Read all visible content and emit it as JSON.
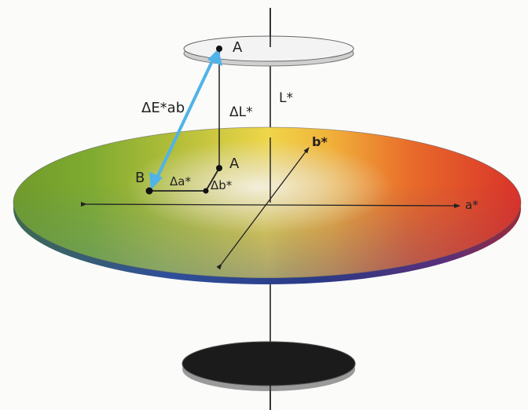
{
  "diagram": {
    "labels": {
      "point_a_top": "A",
      "point_a_plane": "A",
      "point_b": "B",
      "delta_e": "ΔE*ab",
      "delta_l": "ΔL*",
      "l_axis": "L*",
      "b_axis": "b*",
      "a_axis": "a*",
      "delta_a": "Δa*",
      "delta_b": "Δb*"
    },
    "colors": {
      "delta_e_arrow": "#4fb3e8",
      "top_disc": "#f1f1f1",
      "bottom_disc": "#1b1b1b",
      "axes": "#222222"
    }
  }
}
